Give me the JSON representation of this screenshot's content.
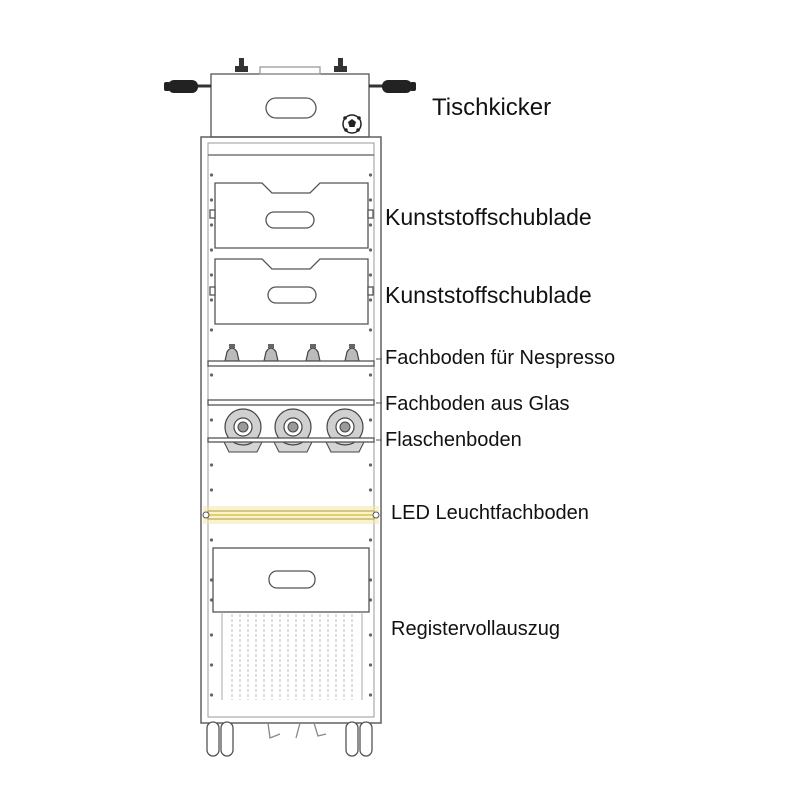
{
  "labels": {
    "tischkicker": "Tischkicker",
    "schublade_1": "Kunststoffschublade",
    "schublade_2": "Kunststoffschublade",
    "fachboden_nespresso": "Fachboden für Nespresso",
    "fachboden_glas": "Fachboden aus Glas",
    "flaschenboden": "Flaschenboden",
    "led_fachboden": "LED Leuchtfachboden",
    "registervollauszug": "Registervollauszug"
  },
  "colors": {
    "line": "#555555",
    "light_line": "#9a9a9a",
    "led_glow": "#f3e7a8",
    "led_core": "#e6cf6a",
    "background": "#ffffff"
  },
  "icons": {
    "ball": "soccer-ball-icon",
    "handle": "kicker-rod-handle-icon",
    "capsule": "nespresso-capsule-icon",
    "bottle": "bottle-end-icon",
    "wheel": "caster-wheel-icon"
  }
}
